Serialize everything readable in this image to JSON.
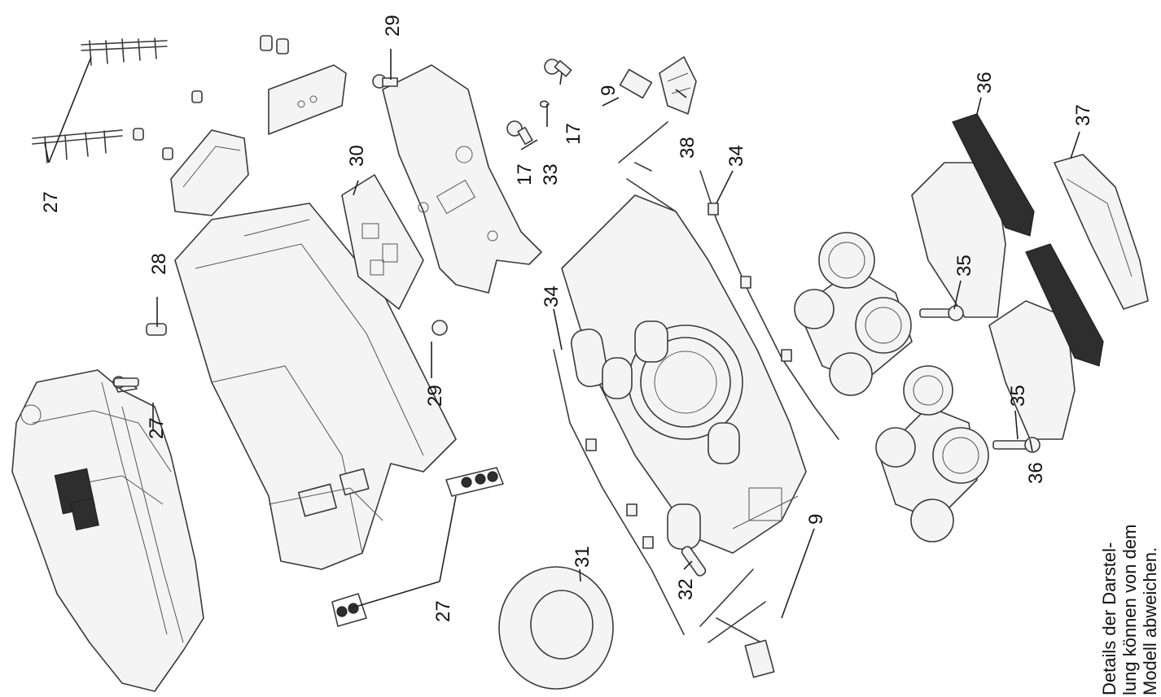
{
  "labels": {
    "l27a": "27",
    "l27b": "27",
    "l27c": "27",
    "l28": "28",
    "l29a": "29",
    "l29b": "29",
    "l30": "30",
    "l31": "31",
    "l32": "32",
    "l33": "33",
    "l17a": "17",
    "l17b": "17",
    "l9a": "9",
    "l9b": "9",
    "l38": "38",
    "l34a": "34",
    "l34b": "34",
    "l35a": "35",
    "l35b": "35",
    "l36a": "36",
    "l36b": "36",
    "l37": "37"
  },
  "note": {
    "line1": "Details der Darstel-",
    "line2": "lung können von dem",
    "line3": "Modell abweichen."
  }
}
